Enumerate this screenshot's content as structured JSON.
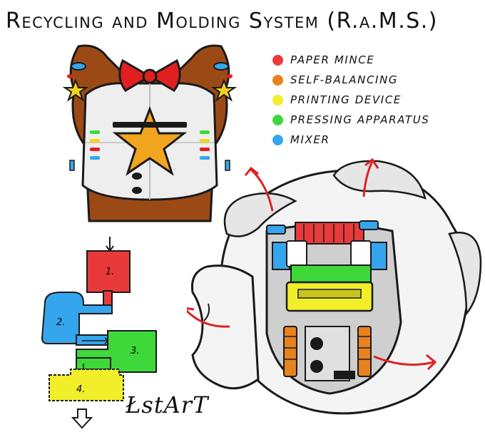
{
  "title": "Recycling and Molding System (R.a.M.S.)",
  "legend": [
    {
      "label": "Paper Mince",
      "color": "#e83a3a"
    },
    {
      "label": "Self-Balancing",
      "color": "#e8821e"
    },
    {
      "label": "Printing Device",
      "color": "#f2ee2a"
    },
    {
      "label": "Pressing Apparatus",
      "color": "#3ed83a"
    },
    {
      "label": "Mixer",
      "color": "#35a6ee"
    }
  ],
  "flow_steps": [
    {
      "number": "1.",
      "color": "#e83a3a"
    },
    {
      "number": "2.",
      "color": "#35a6ee"
    },
    {
      "number": "3.",
      "color": "#3ed83a"
    },
    {
      "number": "4.",
      "color": "#f2ee2a"
    }
  ],
  "signature": "ŁstArT",
  "icons": {
    "flow_in": "arrow-down-icon",
    "flow_out": "hollow-arrow-down-icon",
    "torso": "star-bowtie-torso-illustration",
    "mechanism": "open-chest-mechanism-illustration"
  }
}
